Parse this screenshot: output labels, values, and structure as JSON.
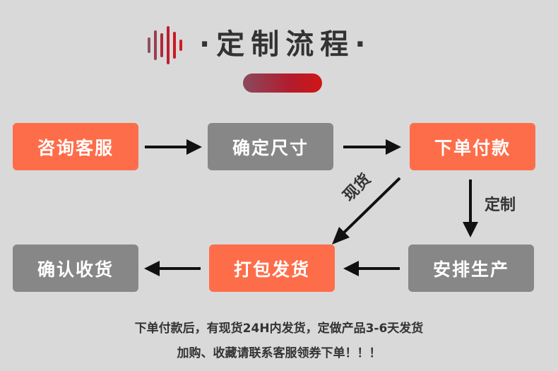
{
  "title": "·定制流程·",
  "steps": {
    "consult": "咨询客服",
    "size": "确定尺寸",
    "pay": "下单付款",
    "produce": "安排生产",
    "pack": "打包发货",
    "receive": "确认收货"
  },
  "branch_labels": {
    "custom": "定制",
    "in_stock": "现货"
  },
  "notes": {
    "line1": "下单付款后，有现货24H内发货，定做产品3-6天发货",
    "line2": "加购、收藏请联系客服领券下单！！！"
  },
  "colors": {
    "orange": "#fe6d4a",
    "gray": "#878787",
    "accent_red": "#c0182a",
    "background": "#d9d9d9"
  },
  "icons": [
    "sound-wave-icon"
  ]
}
